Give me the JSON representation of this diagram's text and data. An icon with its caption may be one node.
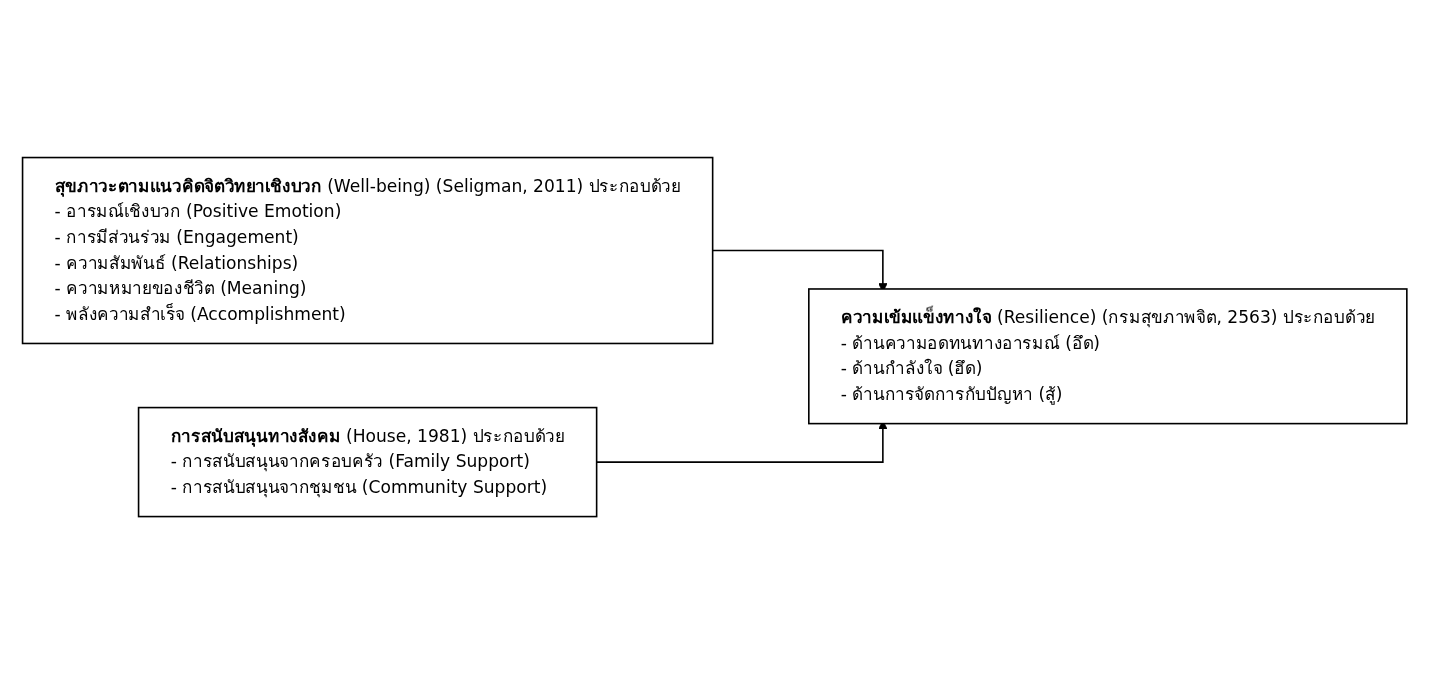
{
  "diagram": {
    "nodes": [
      {
        "text": [
          "**สุขภาวะตามแนวคิดจิตวิทยาเชิงบวก** (Well-being) (Seligman, 2011) ประกอบด้วย",
          "- อารมณ์เชิงบวก (Positive Emotion)",
          "- การมีส่วนร่วม (Engagement)",
          "- ความสัมพันธ์ (Relationships)",
          "- ความหมายของชีวิต (Meaning)",
          "- พลังความสำเร็จ (Accomplishment)"
        ]
      },
      {
        "text": [
          "**การสนับสนุนทางสังคม** (House, 1981) ประกอบด้วย",
          "- การสนับสนุนจากครอบครัว (Family Support)",
          "- การสนับสนุนจากชุมชน (Community Support)"
        ]
      },
      {
        "text": [
          "**ความเข้มแข็งทางใจ** (Resilience) (กรมสุขภาพจิต, 2563) ประกอบด้วย",
          "- ด้านความอดทนทางอารมณ์ (อึด)",
          "- ด้านกำลังใจ (ฮึด)",
          "- ด้านการจัดการกับปัญหา (สู้)"
        ]
      }
    ],
    "edges": [
      {
        "from": 0,
        "to": 2,
        "arrow": "to"
      },
      {
        "from": 1,
        "to": 2,
        "arrow": "to"
      }
    ]
  }
}
